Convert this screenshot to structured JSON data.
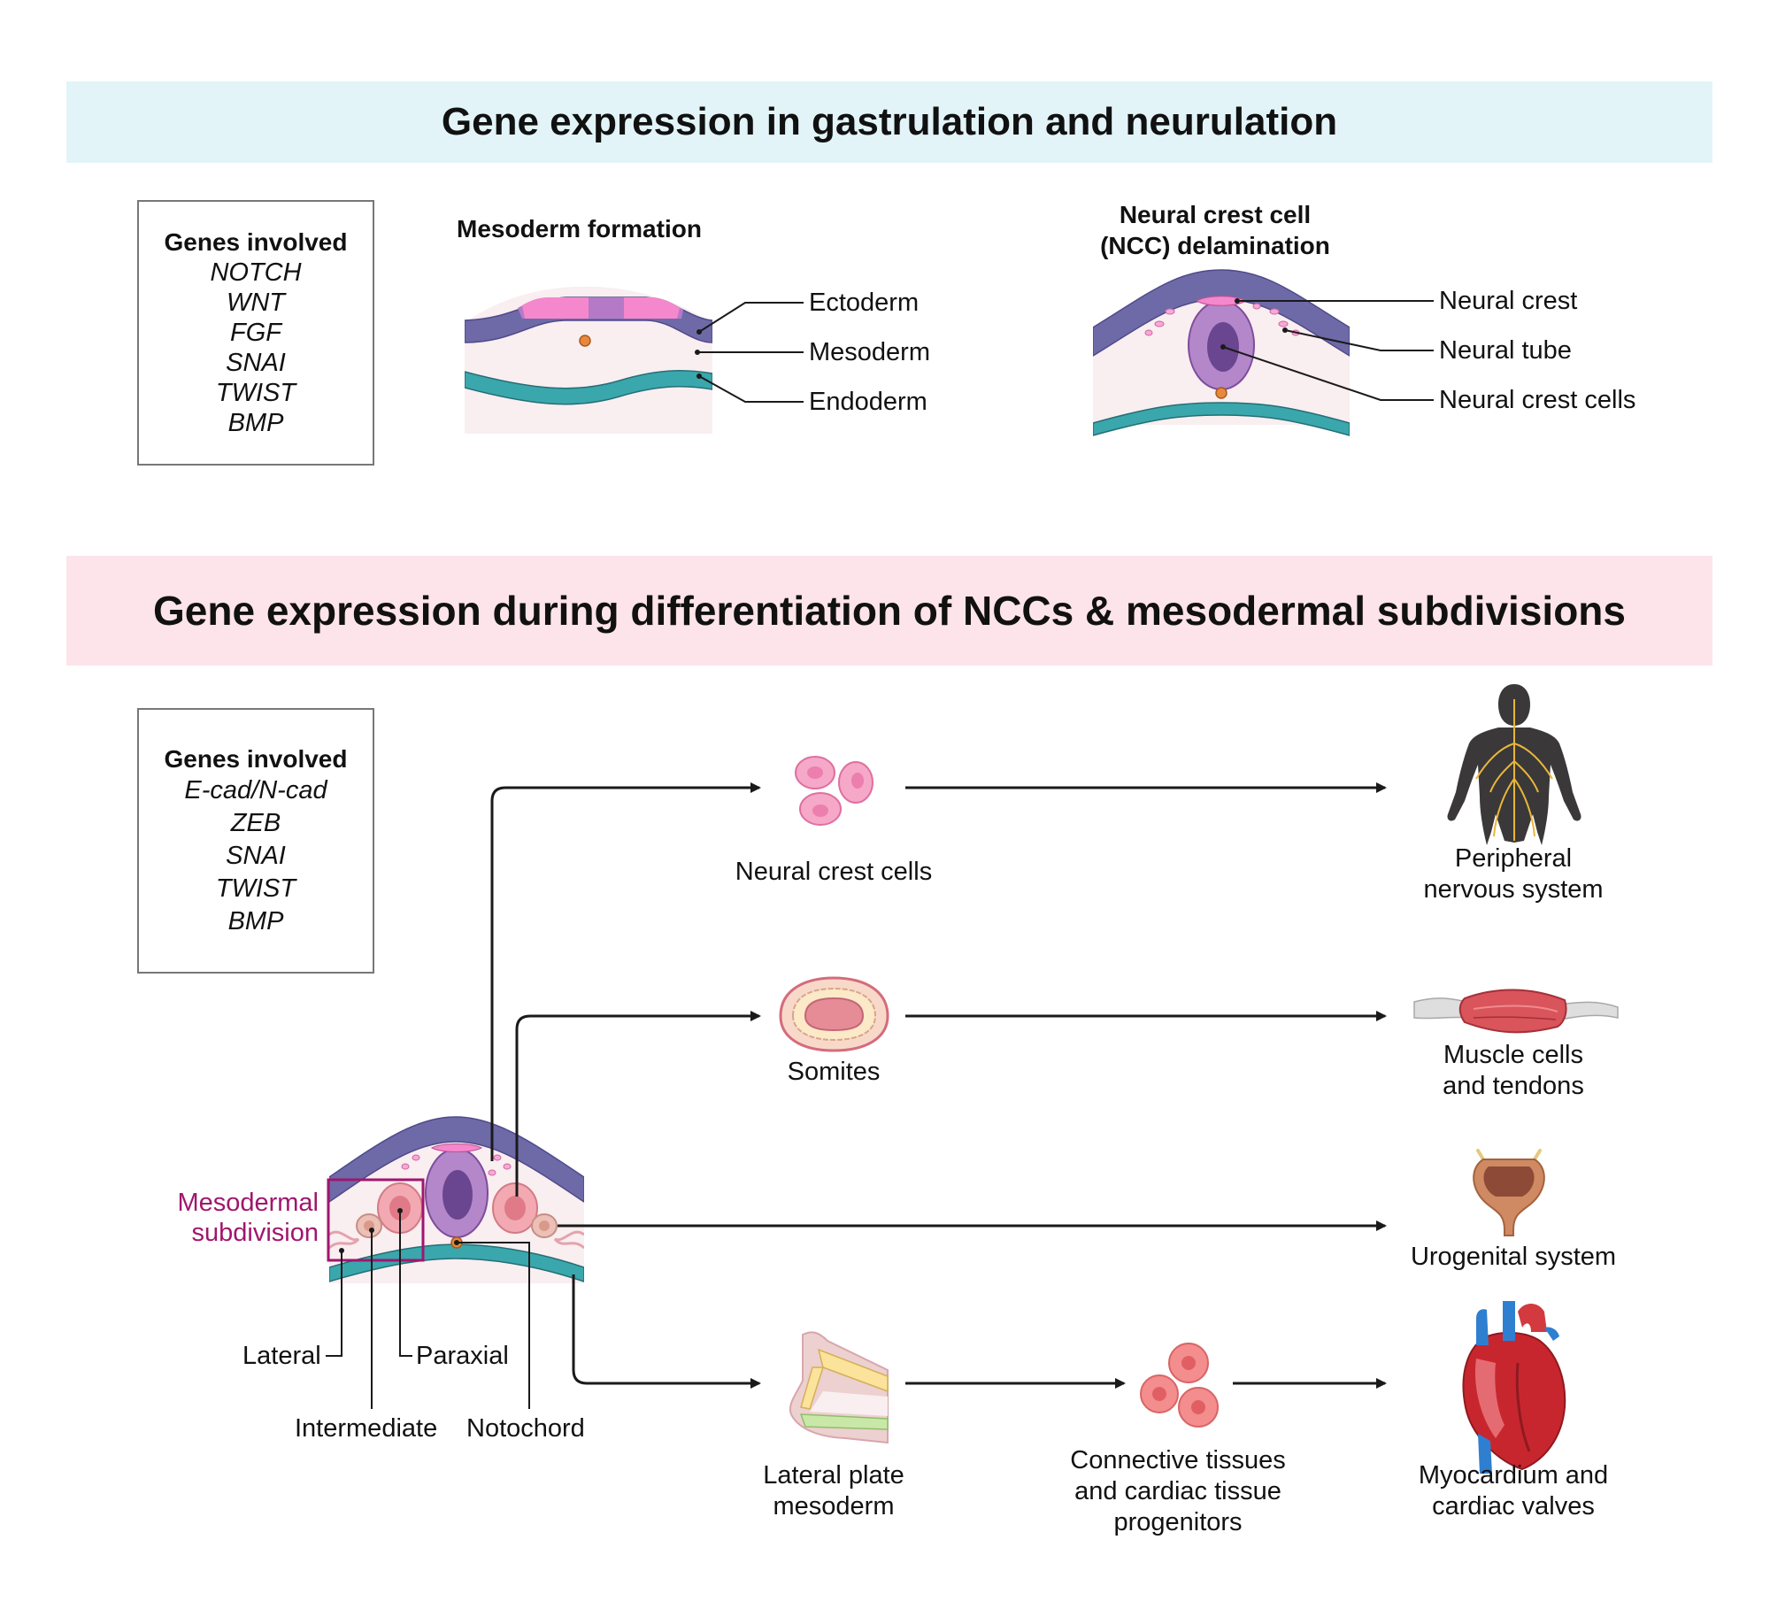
{
  "top_section": {
    "title": "Gene expression in gastrulation and neurulation",
    "genes_heading": "Genes involved",
    "genes": [
      "NOTCH",
      "WNT",
      "FGF",
      "SNAI",
      "TWIST",
      "BMP"
    ],
    "mesoderm_panel": {
      "heading": "Mesoderm formation",
      "labels": [
        "Ectoderm",
        "Mesoderm",
        "Endoderm"
      ]
    },
    "ncc_panel": {
      "heading_line1": "Neural crest cell",
      "heading_line2": "(NCC) delamination",
      "labels": [
        "Neural crest",
        "Neural tube",
        "Neural crest cells"
      ]
    }
  },
  "bottom_section": {
    "title": "Gene expression during differentiation of NCCs & mesodermal subdivisions",
    "genes_heading": "Genes involved",
    "genes": [
      "E-cad/N-cad",
      "ZEB",
      "SNAI",
      "TWIST",
      "BMP"
    ],
    "subdivision_label_line1": "Mesodermal",
    "subdivision_label_line2": "subdivision",
    "subdivision_color": "#a0166e",
    "parts": {
      "lateral": "Lateral",
      "intermediate": "Intermediate",
      "paraxial": "Paraxial",
      "notochord": "Notochord"
    },
    "intermediates": {
      "neural_crest_cells": "Neural crest cells",
      "somites": "Somites",
      "lateral_plate_line1": "Lateral plate",
      "lateral_plate_line2": "mesoderm",
      "connective_line1": "Connective tissues",
      "connective_line2": "and cardiac tissue",
      "connective_line3": "progenitors"
    },
    "outcomes": {
      "pns_line1": "Peripheral",
      "pns_line2": "nervous system",
      "muscle_line1": "Muscle cells",
      "muscle_line2": "and tendons",
      "urogenital": "Urogenital system",
      "heart_line1": "Myocardium and",
      "heart_line2": "cardiac valves"
    }
  },
  "colors": {
    "ectoderm": "#6e6aa8",
    "mesoderm_fill": "#f9eef0",
    "endoderm": "#3aa7ad",
    "neural_tube": "#9f6fb5",
    "neural_tube_core": "#6a4590",
    "neural_crest": "#f07bc4",
    "notochord": "#e8883c",
    "top_banner": "#e2f4f8",
    "bottom_banner": "#fde4ea"
  }
}
